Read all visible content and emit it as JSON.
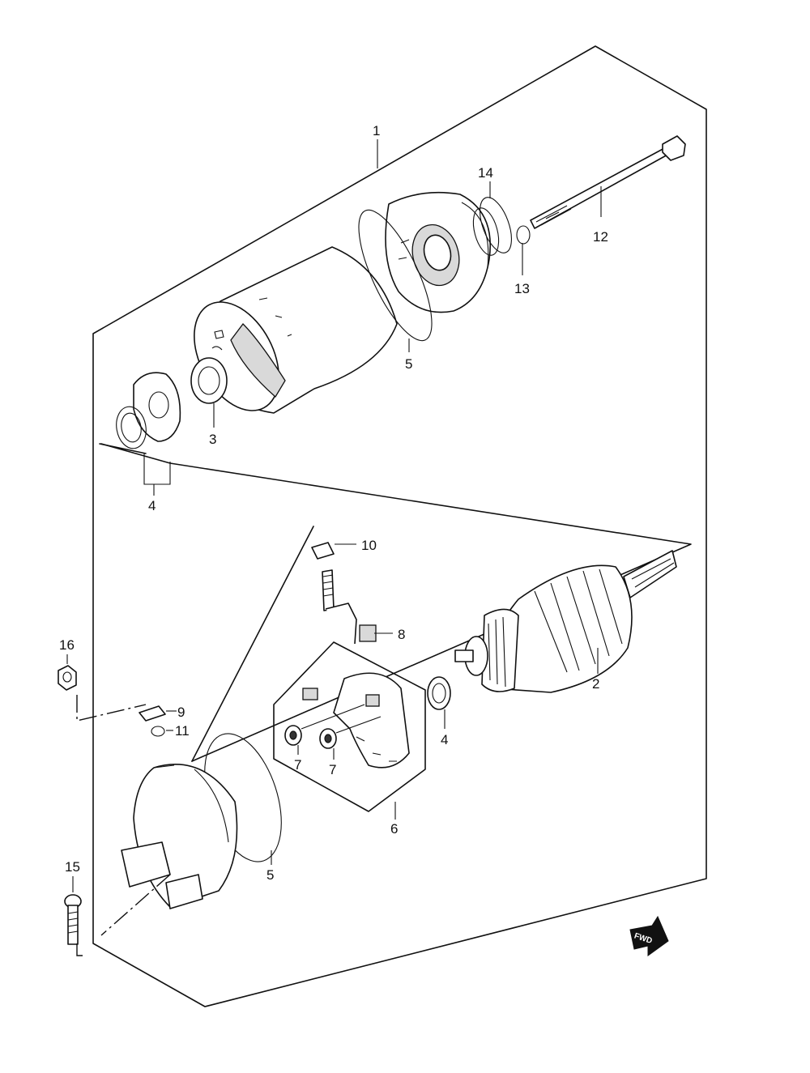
{
  "callouts": {
    "c1": "1",
    "c2": "2",
    "c3": "3",
    "c4a": "4",
    "c4b": "4",
    "c5a": "5",
    "c5b": "5",
    "c6": "6",
    "c7a": "7",
    "c7b": "7",
    "c8": "8",
    "c9": "9",
    "c10": "10",
    "c11": "11",
    "c12": "12",
    "c13": "13",
    "c14": "14",
    "c15": "15",
    "c16": "16"
  },
  "fwd_marker": {
    "label": "FWD",
    "icon": "forward-arrow-icon"
  }
}
